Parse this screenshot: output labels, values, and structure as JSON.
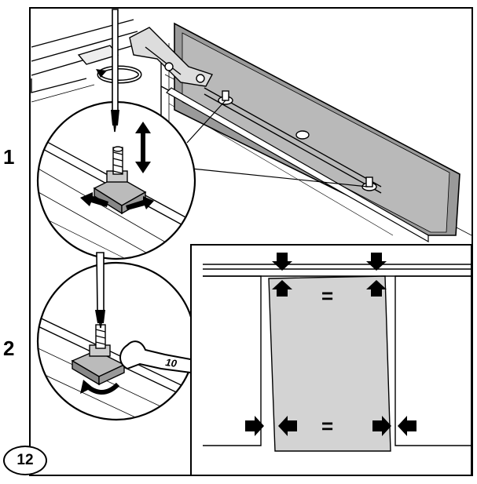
{
  "figure_number": "12",
  "steps": [
    {
      "number": "1",
      "description_icons": [
        "screwdriver-icon",
        "rotate-arrow-icon",
        "vertical-double-arrow-icon",
        "horizontal-arrows-icon"
      ]
    },
    {
      "number": "2",
      "description_icons": [
        "screwdriver-icon",
        "wrench-icon",
        "rotate-arrow-icon"
      ]
    }
  ],
  "wrench": {
    "size_label": "10"
  },
  "alignment_inset": {
    "top_gap_mark": "=",
    "bottom_gap_mark": "=",
    "arrow_icon": "gap-arrow-icon",
    "panel_color": "#d3d3d3"
  },
  "colors": {
    "line": "#000000",
    "fill_gray": "#d3d3d3",
    "background": "#ffffff"
  }
}
